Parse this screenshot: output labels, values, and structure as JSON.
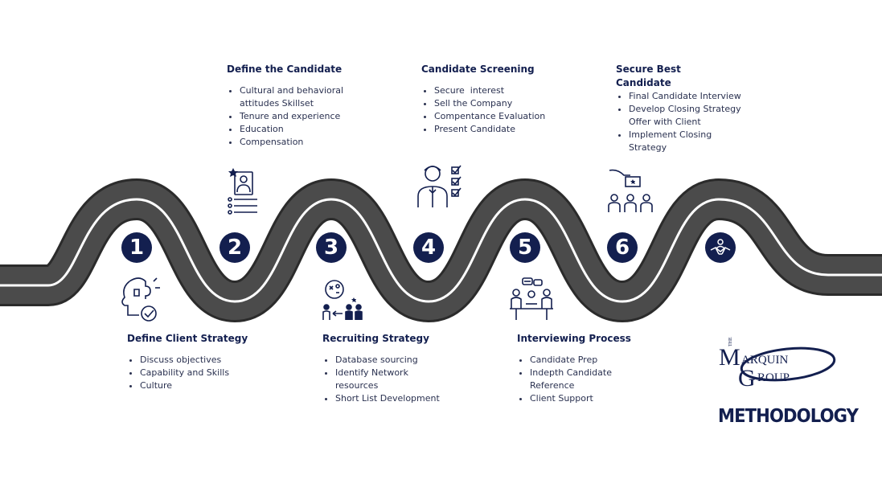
{
  "steps": [
    "1",
    "2",
    "3",
    "4",
    "5",
    "6"
  ],
  "blocks": {
    "define_candidate": {
      "title": "Define the Candidate",
      "items": [
        "Cultural and behavioral attitudes Skillset",
        "Tenure and experience",
        "Education",
        "Compensation"
      ]
    },
    "candidate_screening": {
      "title": "Candidate Screening",
      "items": [
        "Secure  interest",
        "Sell the Company",
        "Compentance Evaluation",
        "Present Candidate"
      ]
    },
    "secure_best": {
      "title": "Secure Best Candidate",
      "items": [
        "Final Candidate Interview",
        "Develop Closing Strategy Offer with Client",
        "Implement Closing Strategy"
      ]
    },
    "define_client": {
      "title": "Define Client Strategy",
      "items": [
        "Discuss objectives",
        "Capability and Skills",
        "Culture"
      ]
    },
    "recruiting": {
      "title": "Recruiting Strategy",
      "items": [
        "Database sourcing",
        "Identify Network resources",
        "Short List Development"
      ]
    },
    "interviewing": {
      "title": "Interviewing Process",
      "items": [
        "Candidate Prep",
        "Indepth Candidate Reference",
        "Client Support"
      ]
    }
  },
  "logo": {
    "the": "THE",
    "m": "M",
    "arquin": "ARQUIN",
    "g": "G",
    "roup": "ROUP"
  },
  "methodology": "METHODOLOGY",
  "colors": {
    "navy": "#131f4f",
    "road": "#4a4a4a",
    "road_edge": "#222222",
    "lane": "#ffffff"
  },
  "icons": [
    "candidate-profile-icon",
    "screening-checklist-icon",
    "voting-hand-icon",
    "puzzle-head-icon",
    "strategy-team-icon",
    "interview-table-icon",
    "handshake-icon"
  ]
}
